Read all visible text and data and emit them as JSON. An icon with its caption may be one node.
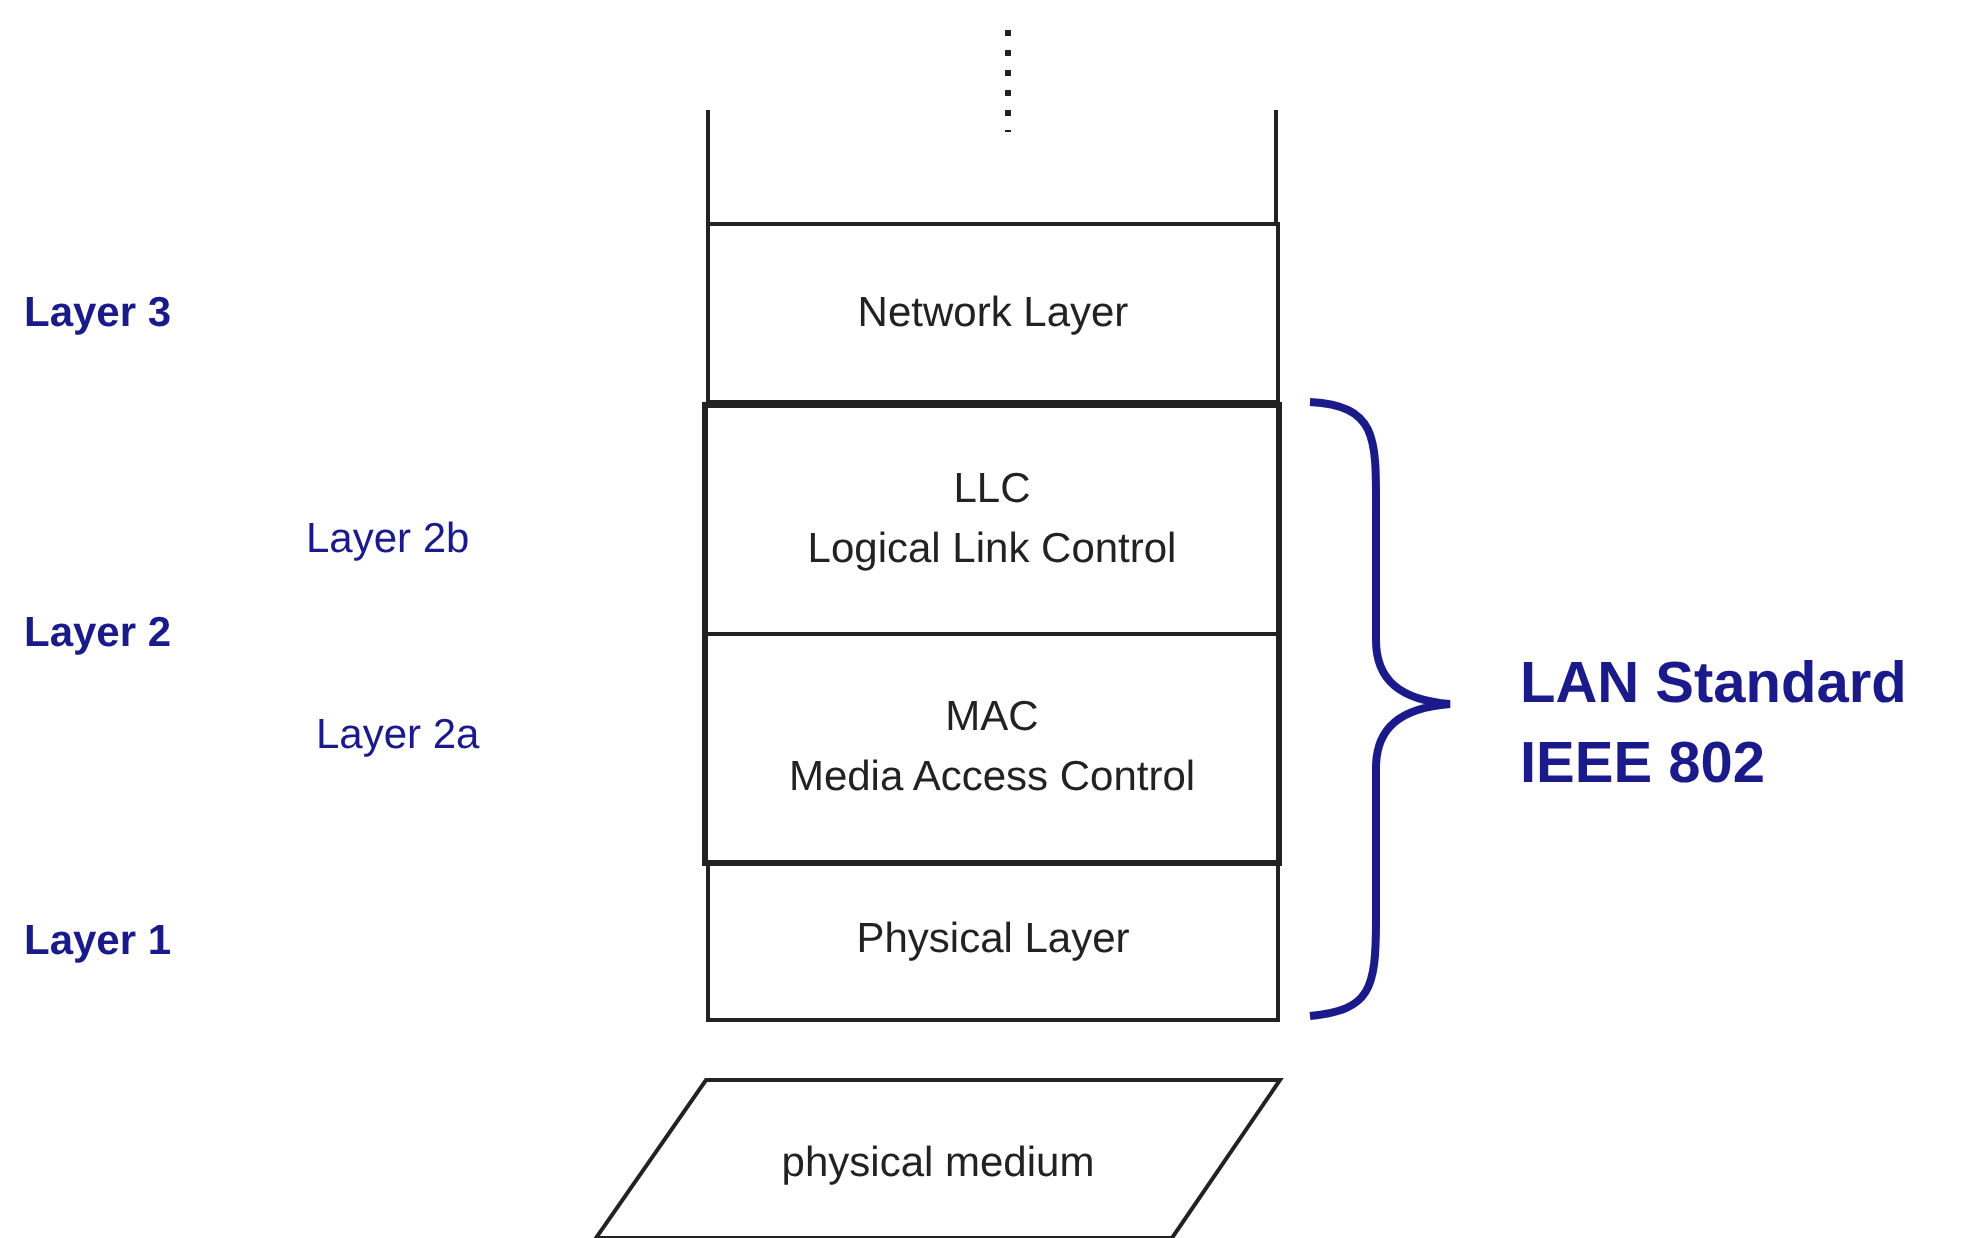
{
  "diagram": {
    "nodes": [
      {
        "text": [
          "Network Layer"
        ]
      },
      {
        "text": [],
        "shape": "box"
      },
      {
        "text": [
          "LLC",
          "Logical Link Control"
        ],
        "in": 1
      },
      {
        "text": [
          "MAC",
          "Media Access Control"
        ],
        "in": 1
      },
      {
        "text": [
          "Physical Layer"
        ]
      },
      {
        "text": [
          "physical medium"
        ]
      }
    ],
    "labels": [
      "Layer 3",
      "Layer 2b",
      "Layer 2",
      "Layer 2a",
      "Layer 1",
      "LAN Standard IEEE 802"
    ]
  }
}
